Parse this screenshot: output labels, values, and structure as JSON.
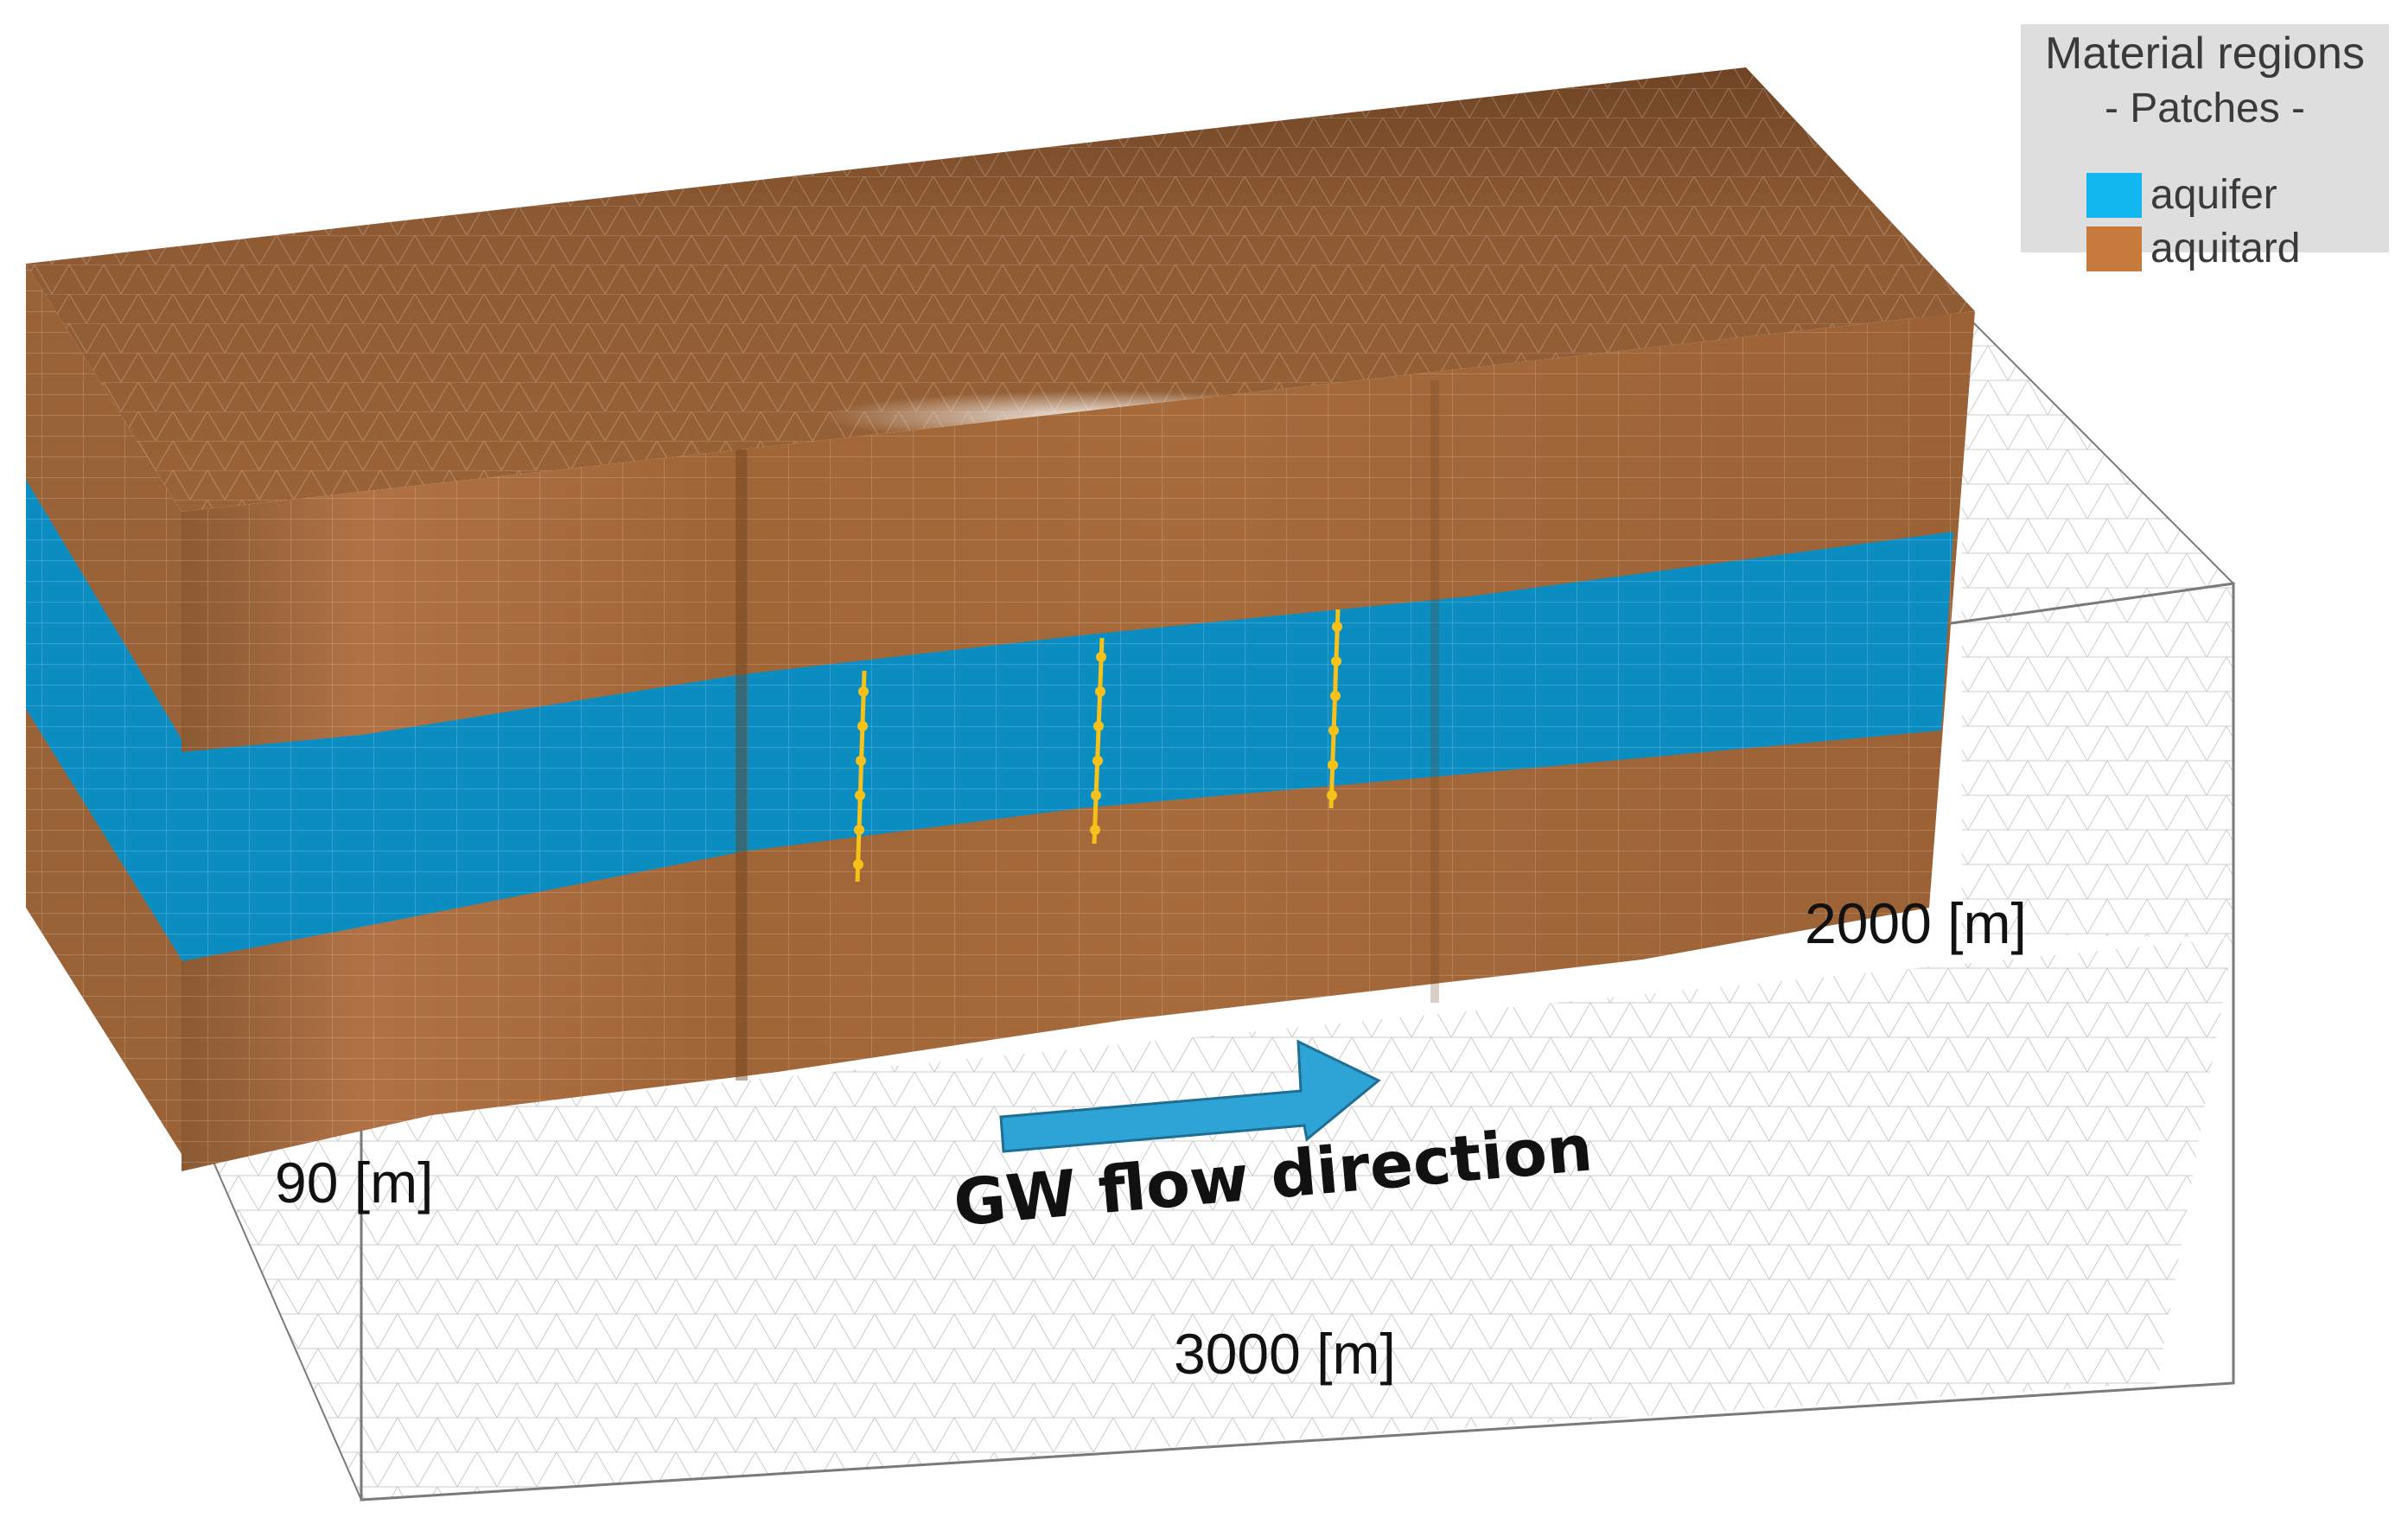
{
  "legend": {
    "title": "Material regions",
    "subtitle": "- Patches -",
    "items": [
      {
        "label": "aquifer",
        "color": "#12b7f0"
      },
      {
        "label": "aquitard",
        "color": "#c67a3c"
      }
    ]
  },
  "dimensions": {
    "depth_label": "90 [m]",
    "width_label": "2000 [m]",
    "length_label": "3000 [m]"
  },
  "flow": {
    "label": "GW flow direction",
    "arrow_color": "#2ea3d5"
  },
  "colors": {
    "aquitard_face": "#a4683a",
    "aquitard_top": "#8d5a33",
    "aquifer_face": "#0c8dc2",
    "mesh_line": "#9aa0a6",
    "monitoring_points": "#f6c21a"
  },
  "monitoring_lines_count": 3
}
